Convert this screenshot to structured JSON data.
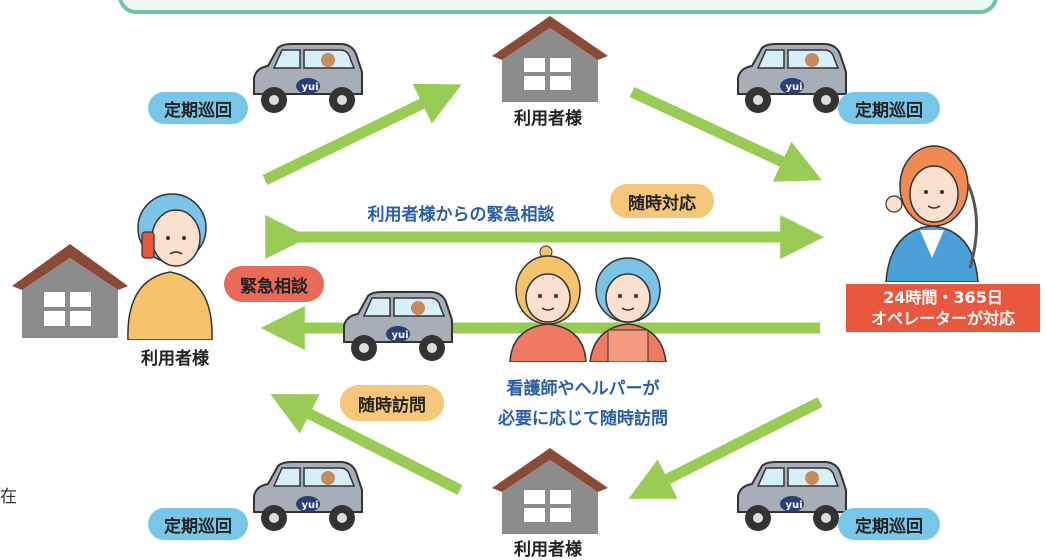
{
  "nodes": {
    "house_top": "利用者様",
    "house_left": "利用者様",
    "house_bottom": "利用者様"
  },
  "badges": {
    "patrol_top_left": "定期巡回",
    "patrol_top_right": "定期巡回",
    "patrol_bottom_left": "定期巡回",
    "patrol_bottom_right": "定期巡回",
    "emergency_consult": "緊急相談",
    "on_demand_response": "随時対応",
    "on_demand_visit": "随時訪問"
  },
  "labels": {
    "emergency_from_user": "利用者様からの緊急相談",
    "operator_line1": "24時間・365日",
    "operator_line2": "オペレーターが対応",
    "visit_line1": "看護師やヘルパーが",
    "visit_line2": "必要に応じて随時訪問",
    "car_logo": "yui",
    "edge_fragment": "在"
  },
  "colors": {
    "arrow": "#99cc55",
    "patrol_badge": "#78c6ea",
    "response_badge": "#f6c77a",
    "emergency_badge": "#ea6a5a",
    "operator_box": "#e9573e",
    "house_wall": "#8c8c8c",
    "house_roof": "#8a4a38",
    "text_blue": "#2a5ea8"
  }
}
